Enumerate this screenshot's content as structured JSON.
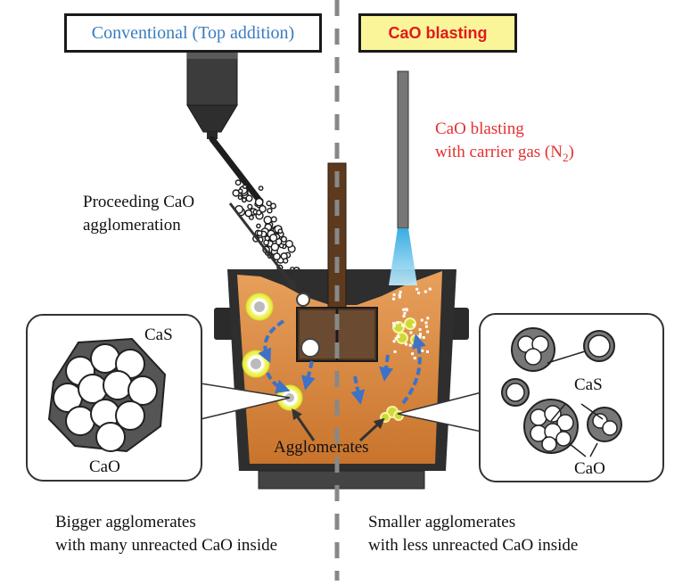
{
  "left_panel": {
    "title": "Conventional (Top addition)",
    "annotation_line1": "Proceeding CaO",
    "annotation_line2": "agglomeration",
    "inset_label_cas": "CaS",
    "inset_label_cao": "CaO",
    "caption_line1": "Bigger agglomerates",
    "caption_line2": "with many unreacted CaO inside"
  },
  "right_panel": {
    "title": "CaO blasting",
    "annotation_line1": "CaO blasting",
    "annotation_line2_pre": "with carrier gas (N",
    "annotation_line2_sub": "2",
    "annotation_line2_post": ")",
    "inset_label_cas": "CaS",
    "inset_label_cao": "CaO",
    "caption_line1": "Smaller agglomerates",
    "caption_line2": "with less unreacted CaO inside"
  },
  "center": {
    "agglomerates_label": "Agglomerates"
  },
  "colors": {
    "conventional_title_text": "#3a7bbf",
    "blasting_title_fill": "#fbf59a",
    "blasting_title_text": "#e11a1a",
    "blasting_annotation_text": "#e43030",
    "molten_steel": "#d9853c",
    "molten_steel_light": "#e69a55",
    "agglomerate_halo": "#eef24a",
    "flow_arrow": "#3d72c8",
    "gas_jet": "#3cb8e6",
    "ladle_steel": "#3a3a3a",
    "lance": "#5a3a20"
  }
}
